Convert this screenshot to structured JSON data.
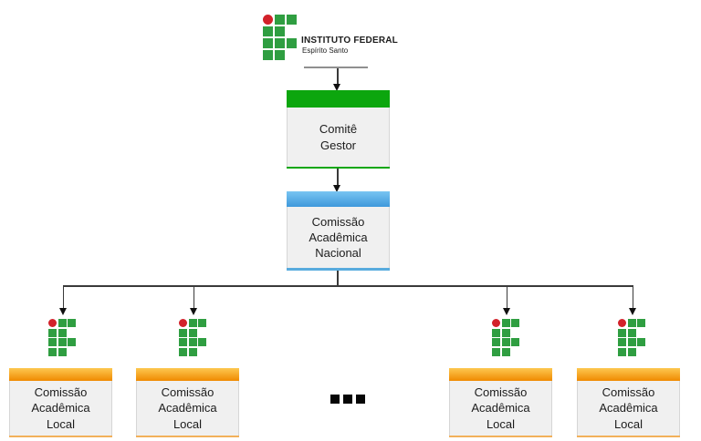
{
  "brand": {
    "title": "INSTITUTO FEDERAL",
    "subtitle": "Espírito Santo"
  },
  "nodes": {
    "root": {
      "label": "Comitê Gestor",
      "accent": "green"
    },
    "national": {
      "label": "Comissão Acadêmica Nacional",
      "accent": "blue"
    },
    "locals": [
      {
        "label": "Comissão Acadêmica Local",
        "accent": "orange"
      },
      {
        "label": "Comissão Acadêmica Local",
        "accent": "orange"
      },
      {
        "label": "Comissão Acadêmica Local",
        "accent": "orange"
      },
      {
        "label": "Comissão Acadêmica Local",
        "accent": "orange"
      }
    ],
    "ellipsis": "..."
  },
  "colors": {
    "green": "#0ca60e",
    "green_footer": "#0ca60e",
    "blue_top": "#79c5f2",
    "blue_bottom": "#3e98db",
    "blue_footer": "#58abde",
    "orange_top": "#fdc851",
    "orange_bottom": "#f08a00",
    "orange_footer": "#f2b05a",
    "body": "#f0f0f0",
    "border": "#d6d6d6",
    "connector": "#3a3a3a",
    "logo_green": "#2f9e41",
    "logo_red": "#d2212a",
    "text": "#1c1c1c"
  }
}
